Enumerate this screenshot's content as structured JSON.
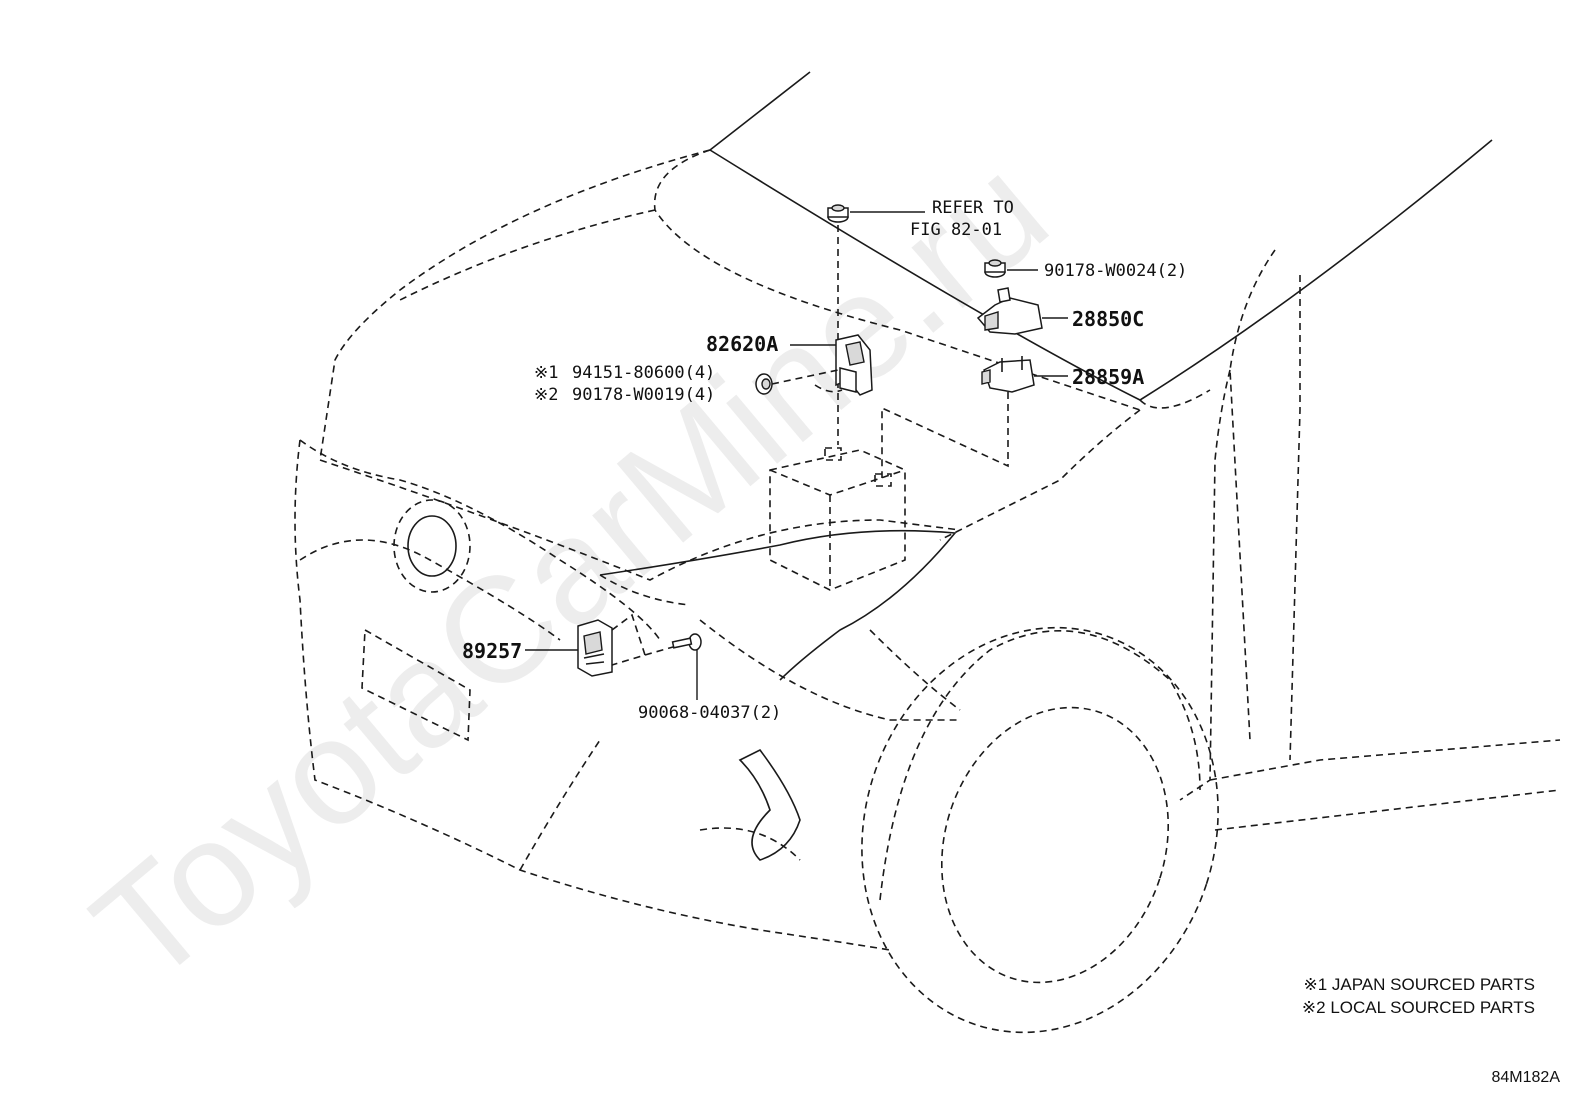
{
  "watermark": "ToyotaCarMine.ru",
  "callouts": {
    "refer_line1": "REFER TO",
    "refer_line2": "FIG 82-01",
    "nut_90178_w0024": "90178-W0024(2)",
    "part_28850c": "28850C",
    "part_28859a": "28859A",
    "part_82620a": "82620A",
    "mark1": "※1",
    "part_94151": "94151-80600(4)",
    "mark2": "※2",
    "part_90178_w0019": "90178-W0019(4)",
    "part_89257": "89257",
    "bolt_90068": "90068-04037(2)"
  },
  "legend": {
    "note1": "※1 JAPAN SOURCED PARTS",
    "note2": "※2 LOCAL SOURCED PARTS"
  },
  "figure_code": "84M182A"
}
